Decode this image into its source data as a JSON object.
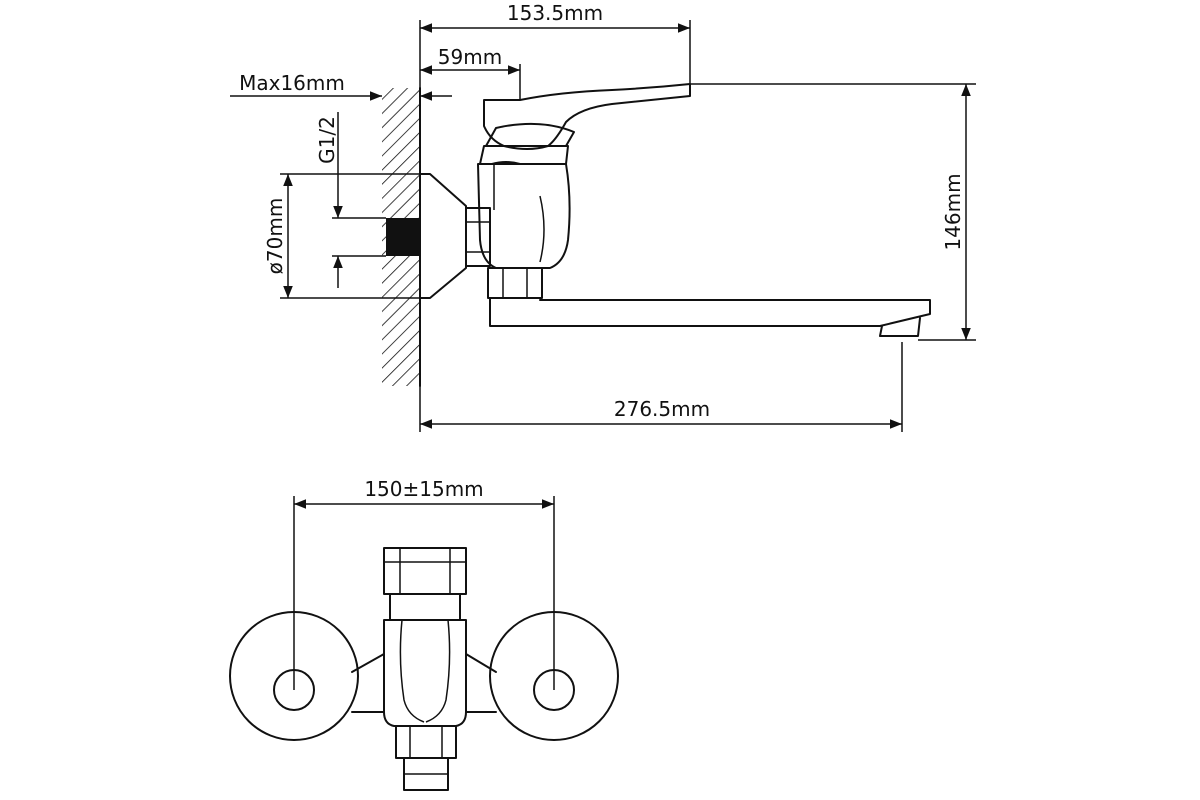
{
  "dimensions": {
    "overall_top": "153.5mm",
    "spout_offset": "59mm",
    "wall_max": "Max16mm",
    "thread": "G1/2",
    "flange_diameter": "ø70mm",
    "height": "146mm",
    "reach": "276.5mm",
    "centers": "150±15mm"
  },
  "colors": {
    "line": "#111111",
    "fill_dark": "#111111",
    "background": "#ffffff"
  }
}
